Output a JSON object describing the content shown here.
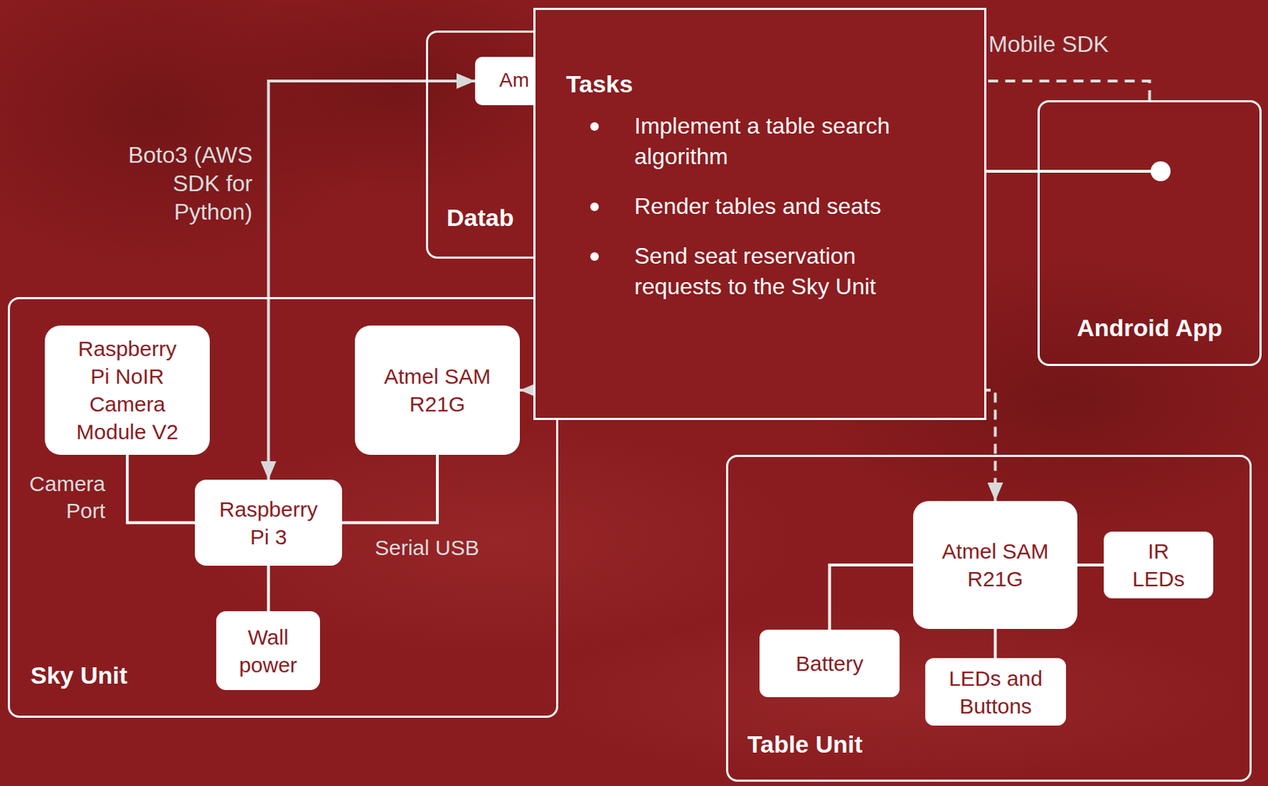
{
  "diagram": {
    "nodes": [
      {
        "text": [
          "Datab"
        ]
      },
      {
        "text": [
          "Am"
        ],
        "in": 0
      },
      {
        "text": [
          "Tasks",
          "Implement a table search algorithm",
          "Render tables and seats",
          "Send seat reservation requests to the Sky Unit"
        ]
      },
      {
        "text": [
          "Android App"
        ]
      },
      {
        "text": [
          "Sky Unit"
        ]
      },
      {
        "text": [
          "Raspberry Pi NoIR Camera Module V2"
        ],
        "in": 4
      },
      {
        "text": [
          "Atmel SAM R21G"
        ],
        "in": 4
      },
      {
        "text": [
          "Raspberry Pi 3"
        ],
        "in": 4
      },
      {
        "text": [
          "Wall power"
        ],
        "in": 4
      },
      {
        "text": [
          "Table Unit"
        ]
      },
      {
        "text": [
          "Atmel SAM R21G"
        ],
        "in": 9
      },
      {
        "text": [
          "IR LEDs"
        ],
        "in": 9
      },
      {
        "text": [
          "Battery"
        ],
        "in": 9
      },
      {
        "text": [
          "LEDs and Buttons"
        ],
        "in": 9
      }
    ],
    "edges": [
      {
        "from": 7,
        "to": 1,
        "arrow": "both",
        "label": "Boto3 (AWS SDK for Python)"
      },
      {
        "from": 3,
        "to": 1,
        "arrow": "none",
        "label": "Mobile SDK"
      },
      {
        "from": 2,
        "to": 3,
        "arrow": "none"
      },
      {
        "from": 6,
        "to": 10,
        "arrow": "both"
      },
      {
        "from": 5,
        "to": 7,
        "arrow": "none",
        "label": "Camera Port"
      },
      {
        "from": 6,
        "to": 7,
        "arrow": "none",
        "label": "Serial USB"
      },
      {
        "from": 7,
        "to": 8,
        "arrow": "none"
      },
      {
        "from": 10,
        "to": 11,
        "arrow": "none"
      },
      {
        "from": 10,
        "to": 12,
        "arrow": "none"
      },
      {
        "from": 10,
        "to": 13,
        "arrow": "none"
      }
    ]
  }
}
